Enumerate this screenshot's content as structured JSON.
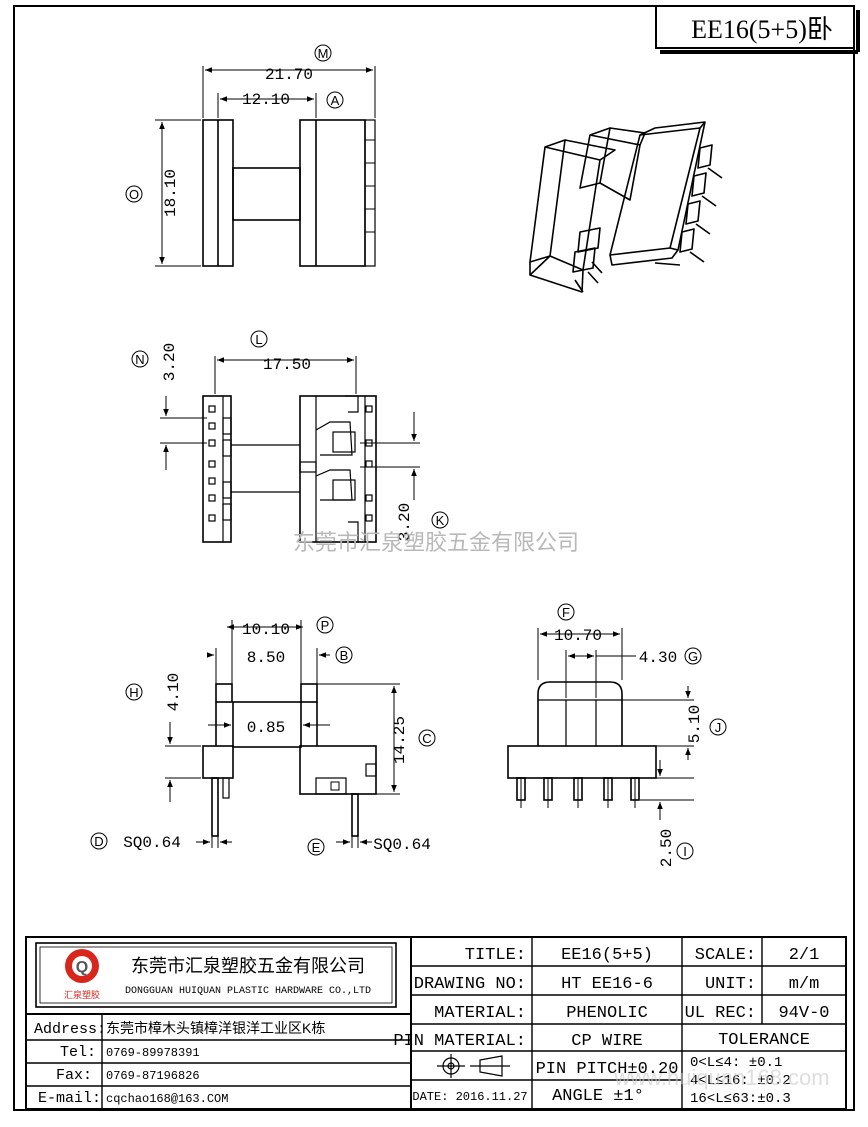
{
  "header": {
    "part_title": "EE16(5+5)卧"
  },
  "dimensions": {
    "M": {
      "letter": "M",
      "value": "21.70"
    },
    "A": {
      "letter": "A",
      "value": "12.10"
    },
    "O": {
      "letter": "O",
      "value": "18.10"
    },
    "L": {
      "letter": "L",
      "value": "17.50"
    },
    "N": {
      "letter": "N",
      "value": "3.20"
    },
    "K": {
      "letter": "K",
      "value": "3.20"
    },
    "P": {
      "letter": "P",
      "value": "10.10"
    },
    "B": {
      "letter": "B",
      "value": "8.50"
    },
    "H": {
      "letter": "H",
      "value": "4.10"
    },
    "C": {
      "letter": "C",
      "value": "14.25"
    },
    "W": {
      "value": "0.85"
    },
    "D": {
      "letter": "D",
      "value": "SQ0.64"
    },
    "E": {
      "letter": "E",
      "value": "SQ0.64"
    },
    "F": {
      "letter": "F",
      "value": "10.70"
    },
    "G": {
      "letter": "G",
      "value": "4.30"
    },
    "J": {
      "letter": "J",
      "value": "5.10"
    },
    "I": {
      "letter": "I",
      "value": "2.50"
    }
  },
  "watermark": {
    "company": "东莞市汇泉塑胶五金有限公司",
    "site": "www.huiquan168.com"
  },
  "title_block": {
    "company_cn": "东莞市汇泉塑胶五金有限公司",
    "company_en": "DONGGUAN HUIQUAN PLASTIC HARDWARE CO.,LTD",
    "logo_text": "汇泉塑胶",
    "logo_letter": "Q",
    "address_label": "Address:",
    "address": "东莞市樟木头镇樟洋银洋工业区K栋",
    "tel_label": "Tel:",
    "tel": "0769-89978391",
    "fax_label": "Fax:",
    "fax": "0769-87196826",
    "email_label": "E-mail:",
    "email": "cqchao168@163.COM",
    "title_label": "TITLE:",
    "title": "EE16(5+5)",
    "drawing_no_label": "DRAWING NO:",
    "drawing_no": "HT EE16-6",
    "material_label": "MATERIAL:",
    "material": "PHENOLIC",
    "pin_material_label": "PIN MATERIAL:",
    "pin_material": "CP WIRE",
    "date": "DATE: 2016.11.27",
    "pin_pitch": "PIN PITCH±0.20",
    "angle": "ANGLE   ±1°",
    "scale_label": "SCALE:",
    "scale": "2/1",
    "unit_label": "UNIT:",
    "unit": "m/m",
    "ul_label": "UL REC:",
    "ul": "94V-0",
    "tolerance_label": "TOLERANCE",
    "tol1": "0<L≤4:  ±0.1",
    "tol2": "4<L≤16: ±0.2",
    "tol3": "16<L≤63:±0.3"
  }
}
